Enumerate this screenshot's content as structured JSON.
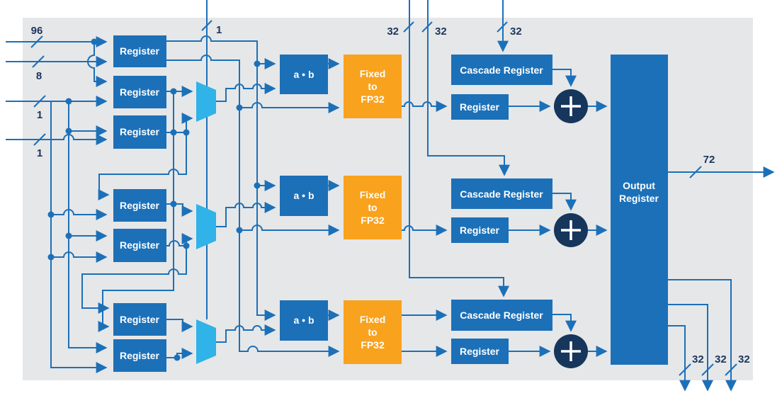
{
  "diagram_type": "dsp-block-diagram",
  "colors": {
    "wire": "#1C70B8",
    "block_blue": "#1C70B8",
    "mux_cyan": "#2FB3E8",
    "converter_orange": "#F9A21E",
    "adder_navy": "#16365C",
    "panel_gray": "#E6E7E8",
    "label_navy": "#1C355D"
  },
  "labels": {
    "register": "Register",
    "cascade_register": "Cascade Register",
    "multiplier": "a • b",
    "converter_line1": "Fixed",
    "converter_line2": "to",
    "converter_line3": "FP32",
    "output_line1": "Output",
    "output_line2": "Register"
  },
  "bus_widths": {
    "input_data": "96",
    "input_b": "8",
    "input_c": "1",
    "input_d": "1",
    "mux_select": "1",
    "cascade_left": "32",
    "cascade_mid": "32",
    "cascade_right": "32",
    "result": "72",
    "out_a": "32",
    "out_b": "32",
    "out_c": "32"
  },
  "icons": {
    "adder": "plus-icon"
  }
}
